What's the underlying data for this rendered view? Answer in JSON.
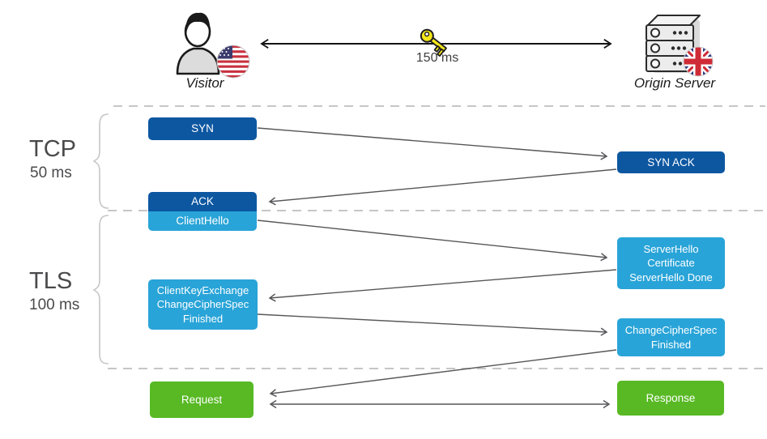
{
  "actors": {
    "visitor": {
      "label": "Visitor",
      "icon": "person-icon",
      "flag": "us-flag-icon"
    },
    "origin": {
      "label": "Origin Server",
      "icon": "server-icon",
      "flag": "uk-flag-icon"
    }
  },
  "rtt": {
    "label": "150 ms",
    "icon": "key-icon"
  },
  "phases": {
    "tcp": {
      "name": "TCP",
      "duration": "50 ms"
    },
    "tls": {
      "name": "TLS",
      "duration": "100 ms"
    }
  },
  "messages": {
    "syn": {
      "label": "SYN",
      "from": "visitor",
      "to": "origin"
    },
    "syn_ack": {
      "label": "SYN ACK",
      "from": "origin",
      "to": "visitor"
    },
    "ack": {
      "label": "ACK",
      "from": "visitor",
      "to": "origin"
    },
    "client_hello": {
      "label": "ClientHello",
      "from": "visitor",
      "to": "origin"
    },
    "server_hello": {
      "label": "ServerHello\nCertificate\nServerHello Done",
      "from": "origin",
      "to": "visitor"
    },
    "client_key_exchange": {
      "label": "ClientKeyExchange\nChangeCipherSpec\nFinished",
      "from": "visitor",
      "to": "origin"
    },
    "change_cipher_spec": {
      "label": "ChangeCipherSpec\nFinished",
      "from": "origin",
      "to": "visitor"
    },
    "request": {
      "label": "Request",
      "from": "visitor",
      "to": "origin"
    },
    "response": {
      "label": "Response",
      "from": "origin",
      "to": "visitor"
    }
  },
  "colors": {
    "tcp_box": "#0d57a1",
    "tls_box": "#29a4d8",
    "http_box": "#58b924",
    "arrow": "#57575a",
    "rtt_arrow": "#141414",
    "divider": "#c6c6c6",
    "key_yellow": "#f3e51b"
  }
}
